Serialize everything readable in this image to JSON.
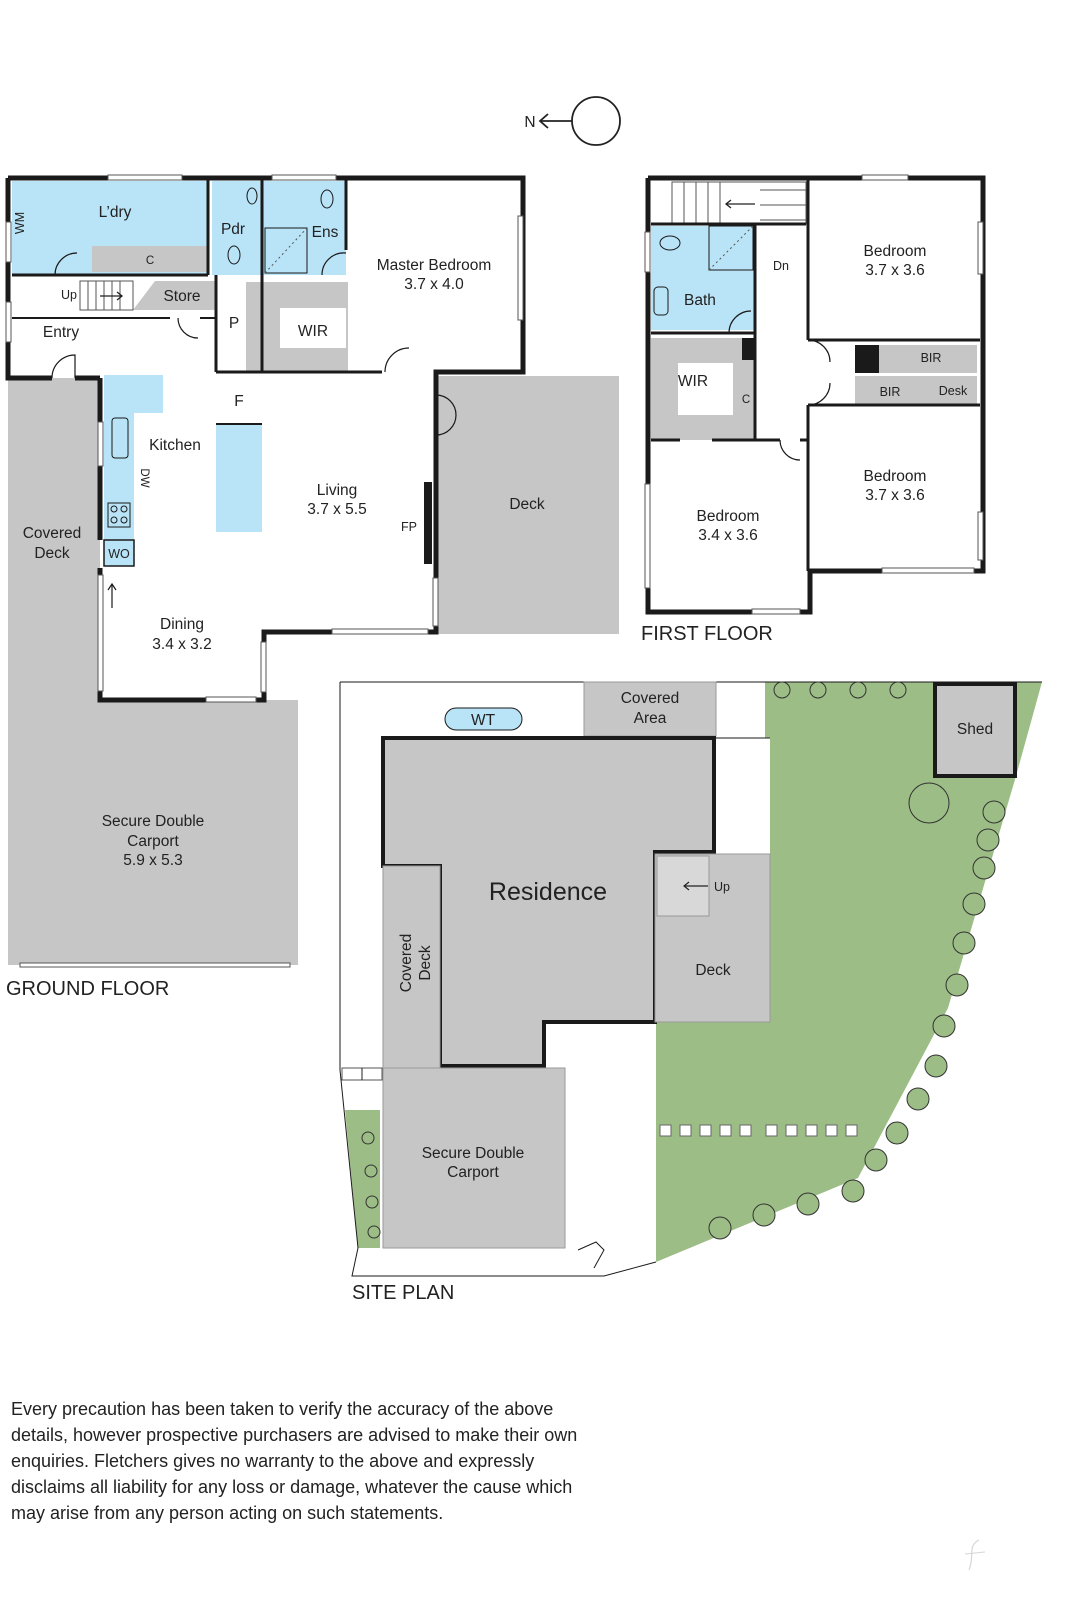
{
  "compass": {
    "label": "N"
  },
  "ground_floor": {
    "heading": "GROUND FLOOR",
    "rooms": {
      "wm": "WM",
      "laundry": "L’dry",
      "laundry_cupboard": "C",
      "pdr": "Pdr",
      "ens": "Ens",
      "master_bedroom": "Master Bedroom",
      "master_bedroom_dims": "3.7 x 4.0",
      "up": "Up",
      "store": "Store",
      "entry": "Entry",
      "pantry": "P",
      "wir": "WIR",
      "fridge": "F",
      "kitchen": "Kitchen",
      "dw": "DW",
      "wo": "WO",
      "covered_deck_line1": "Covered",
      "covered_deck_line2": "Deck",
      "living": "Living",
      "living_dims": "3.7 x 5.5",
      "fp": "FP",
      "deck": "Deck",
      "dining": "Dining",
      "dining_dims": "3.4 x 3.2",
      "carport_line1": "Secure Double",
      "carport_line2": "Carport",
      "carport_dims": "5.9 x 5.3"
    }
  },
  "first_floor": {
    "heading": "FIRST FLOOR",
    "rooms": {
      "dn": "Dn",
      "bath": "Bath",
      "bedroom_ne": "Bedroom",
      "bedroom_ne_dims": "3.7 x 3.6",
      "bir_top": "BIR",
      "bir_bottom": "BIR",
      "desk": "Desk",
      "wir": "WIR",
      "cupboard": "C",
      "bedroom_se": "Bedroom",
      "bedroom_se_dims": "3.7 x 3.6",
      "bedroom_sw": "Bedroom",
      "bedroom_sw_dims": "3.4 x 3.6"
    }
  },
  "site_plan": {
    "heading": "SITE PLAN",
    "labels": {
      "wt": "WT",
      "covered_area_line1": "Covered",
      "covered_area_line2": "Area",
      "shed": "Shed",
      "residence": "Residence",
      "up": "Up",
      "deck": "Deck",
      "covered_deck_line1": "Covered",
      "covered_deck_line2": "Deck",
      "carport_line1": "Secure Double",
      "carport_line2": "Carport"
    }
  },
  "disclaimer": "Every precaution has been taken to verify the accuracy of the above details, however prospective purchasers are advised to make their own enquiries. Fletchers gives no warranty to the above and expressly disclaims all liability for any loss or damage, whatever the cause which may arise from any person acting on such statements.",
  "colors": {
    "wall": "#1a1a1a",
    "wet_area": "#b9e3f6",
    "outdoor_grey": "#c6c6c6",
    "lawn": "#9cbd85"
  }
}
